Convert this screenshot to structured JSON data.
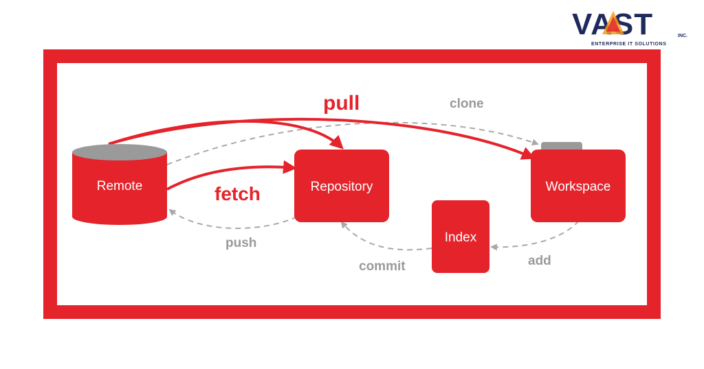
{
  "brand": {
    "logo_text": "VAST",
    "logo_suffix": "INC.",
    "tagline": "ENTERPRISE IT SOLUTIONS"
  },
  "nodes": {
    "remote": "Remote",
    "repository": "Repository",
    "workspace": "Workspace",
    "index": "Index"
  },
  "edges": {
    "pull": "pull",
    "fetch": "fetch",
    "clone": "clone",
    "push": "push",
    "commit": "commit",
    "add": "add"
  },
  "colors": {
    "accent": "#e4232b",
    "dashed": "#a8a8a8",
    "text_gray": "#9a9a9a",
    "logo_navy": "#1f2a5c",
    "logo_orange": "#f39a1e"
  }
}
